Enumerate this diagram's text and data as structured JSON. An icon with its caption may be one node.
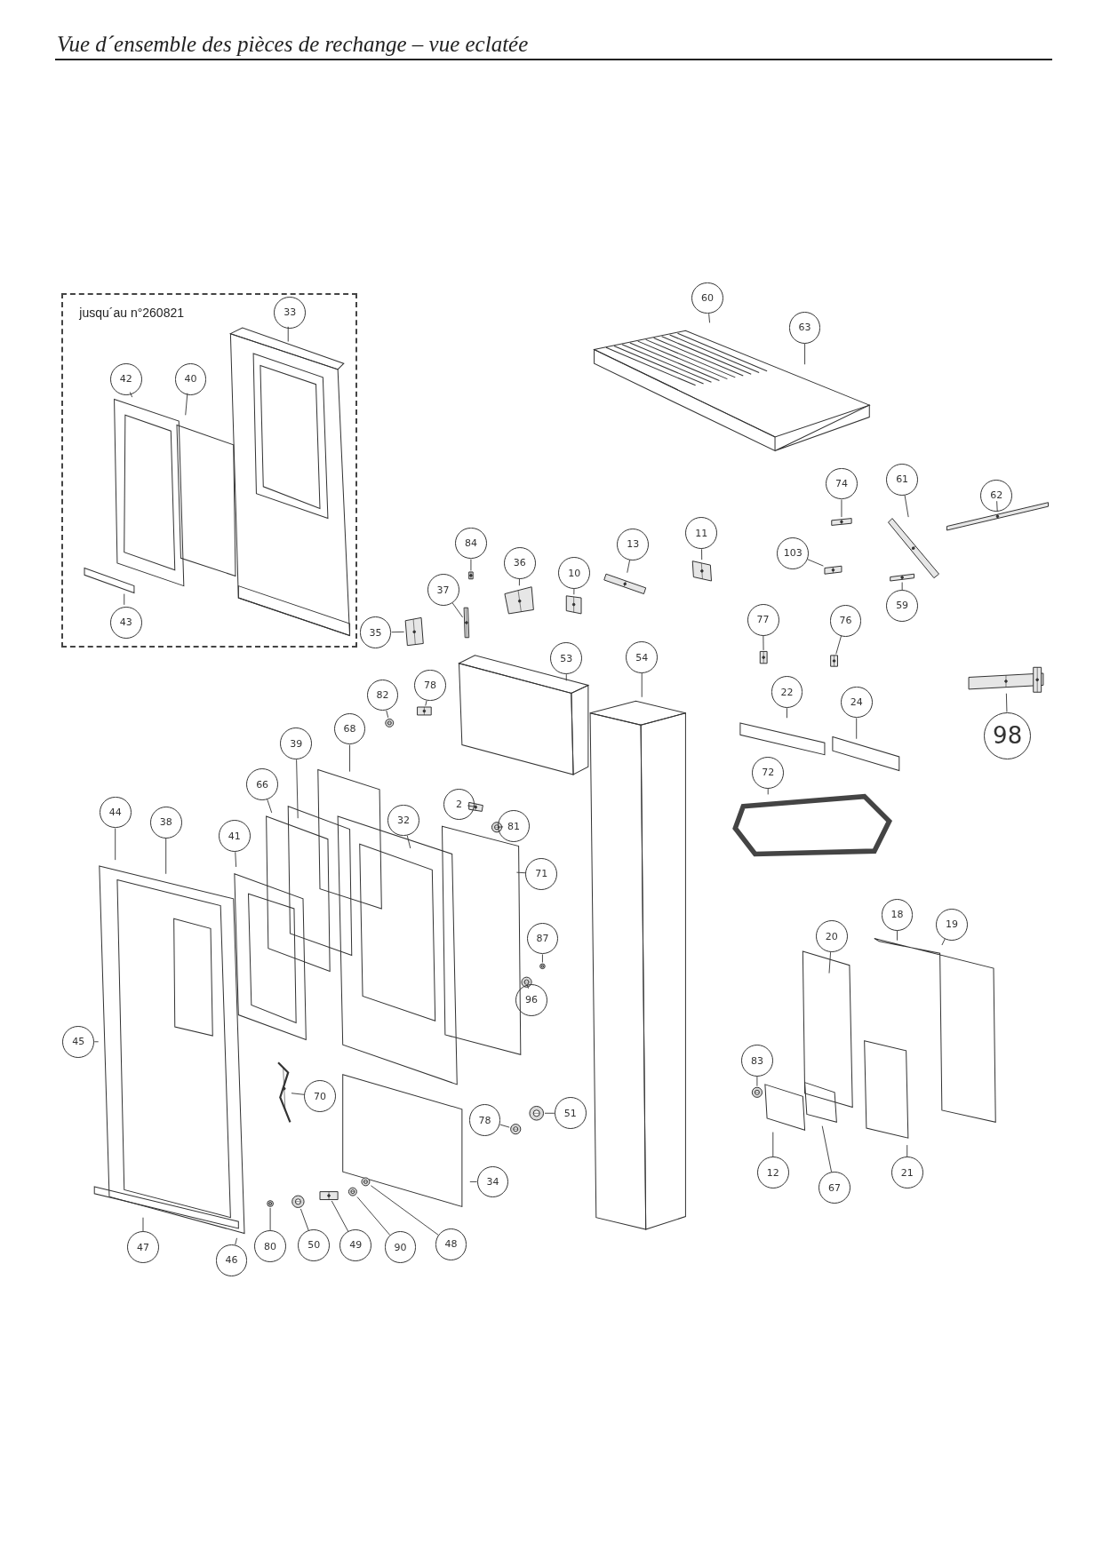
{
  "diagram": {
    "title": "Vue d´ensemble des pièces de rechange – vue eclatée",
    "nodes": [
      {
        "text": [
          "jusqu´au n°260821"
        ]
      },
      {
        "text": [
          "33"
        ],
        "in": 0
      },
      {
        "text": [
          "42"
        ],
        "in": 0
      },
      {
        "text": [
          "40"
        ],
        "in": 0
      },
      {
        "text": [
          "43"
        ],
        "in": 0
      },
      {
        "text": [
          "35"
        ]
      },
      {
        "text": [
          "60"
        ]
      },
      {
        "text": [
          "63"
        ]
      },
      {
        "text": [
          "84"
        ]
      },
      {
        "text": [
          "36"
        ]
      },
      {
        "text": [
          "37"
        ]
      },
      {
        "text": [
          "10"
        ]
      },
      {
        "text": [
          "13"
        ]
      },
      {
        "text": [
          "11"
        ]
      },
      {
        "text": [
          "74"
        ]
      },
      {
        "text": [
          "61"
        ]
      },
      {
        "text": [
          "62"
        ]
      },
      {
        "text": [
          "103"
        ]
      },
      {
        "text": [
          "59"
        ]
      },
      {
        "text": [
          "77"
        ]
      },
      {
        "text": [
          "76"
        ]
      },
      {
        "text": [
          "53"
        ]
      },
      {
        "text": [
          "54"
        ]
      },
      {
        "text": [
          "82"
        ]
      },
      {
        "text": [
          "78"
        ]
      },
      {
        "text": [
          "22"
        ]
      },
      {
        "text": [
          "24"
        ]
      },
      {
        "text": [
          "98"
        ]
      },
      {
        "text": [
          "68"
        ]
      },
      {
        "text": [
          "72"
        ]
      },
      {
        "text": [
          "39"
        ]
      },
      {
        "text": [
          "66"
        ]
      },
      {
        "text": [
          "32"
        ]
      },
      {
        "text": [
          "2"
        ]
      },
      {
        "text": [
          "81"
        ]
      },
      {
        "text": [
          "44"
        ]
      },
      {
        "text": [
          "38"
        ]
      },
      {
        "text": [
          "41"
        ]
      },
      {
        "text": [
          "71"
        ]
      },
      {
        "text": [
          "18"
        ]
      },
      {
        "text": [
          "19"
        ]
      },
      {
        "text": [
          "20"
        ]
      },
      {
        "text": [
          "87"
        ]
      },
      {
        "text": [
          "96"
        ]
      },
      {
        "text": [
          "45"
        ]
      },
      {
        "text": [
          "83"
        ]
      },
      {
        "text": [
          "70"
        ]
      },
      {
        "text": [
          "51"
        ]
      },
      {
        "text": [
          "78"
        ]
      },
      {
        "text": [
          "34"
        ]
      },
      {
        "text": [
          "12"
        ]
      },
      {
        "text": [
          "67"
        ]
      },
      {
        "text": [
          "21"
        ]
      },
      {
        "text": [
          "47"
        ]
      },
      {
        "text": [
          "46"
        ]
      },
      {
        "text": [
          "80"
        ]
      },
      {
        "text": [
          "50"
        ]
      },
      {
        "text": [
          "49"
        ]
      },
      {
        "text": [
          "90"
        ]
      },
      {
        "text": [
          "48"
        ]
      },
      {
        "text": [],
        "shape": "picture"
      },
      {
        "text": [],
        "shape": "picture"
      },
      {
        "text": [],
        "shape": "picture"
      },
      {
        "text": [],
        "shape": "picture"
      },
      {
        "text": [],
        "shape": "picture"
      },
      {
        "text": [],
        "shape": "picture"
      },
      {
        "text": [],
        "shape": "picture"
      },
      {
        "text": [],
        "shape": "picture"
      },
      {
        "text": [],
        "shape": "picture"
      },
      {
        "text": [],
        "shape": "picture"
      },
      {
        "text": [],
        "shape": "picture"
      },
      {
        "text": [],
        "shape": "picture"
      },
      {
        "text": [],
        "shape": "picture"
      },
      {
        "text": [],
        "shape": "picture"
      },
      {
        "text": [],
        "shape": "picture"
      },
      {
        "text": [],
        "shape": "picture"
      },
      {
        "text": [],
        "shape": "picture"
      },
      {
        "text": [],
        "shape": "picture"
      },
      {
        "text": [],
        "shape": "picture"
      },
      {
        "text": [],
        "shape": "picture"
      },
      {
        "text": [],
        "shape": "picture"
      },
      {
        "text": [],
        "shape": "picture"
      },
      {
        "text": [],
        "shape": "picture"
      },
      {
        "text": [],
        "shape": "picture"
      },
      {
        "text": [],
        "shape": "picture"
      },
      {
        "text": [],
        "shape": "picture"
      },
      {
        "text": [],
        "shape": "picture"
      },
      {
        "text": [],
        "shape": "picture"
      },
      {
        "text": [],
        "shape": "picture"
      },
      {
        "text": [],
        "shape": "picture"
      }
    ],
    "edges": [
      {
        "from": 1,
        "to": null,
        "arrow": "none"
      },
      {
        "from": 2,
        "to": null,
        "arrow": "none"
      },
      {
        "from": 3,
        "to": null,
        "arrow": "none"
      },
      {
        "from": 4,
        "to": null,
        "arrow": "none"
      },
      {
        "from": 5,
        "to": 60,
        "arrow": "none"
      },
      {
        "from": 6,
        "to": null,
        "arrow": "none"
      },
      {
        "from": 7,
        "to": null,
        "arrow": "none"
      },
      {
        "from": 8,
        "to": 61,
        "arrow": "none"
      },
      {
        "from": 9,
        "to": 62,
        "arrow": "none"
      },
      {
        "from": 10,
        "to": 63,
        "arrow": "none"
      },
      {
        "from": 11,
        "to": 64,
        "arrow": "none"
      },
      {
        "from": 12,
        "to": 65,
        "arrow": "none"
      },
      {
        "from": 13,
        "to": 66,
        "arrow": "none"
      },
      {
        "from": 14,
        "to": 67,
        "arrow": "none"
      },
      {
        "from": 15,
        "to": 68,
        "arrow": "none"
      },
      {
        "from": 16,
        "to": 69,
        "arrow": "none"
      },
      {
        "from": 17,
        "to": 70,
        "arrow": "none"
      },
      {
        "from": 18,
        "to": 71,
        "arrow": "none"
      },
      {
        "from": 19,
        "to": 72,
        "arrow": "none"
      },
      {
        "from": 20,
        "to": 73,
        "arrow": "none"
      },
      {
        "from": 21,
        "to": null,
        "arrow": "none"
      },
      {
        "from": 22,
        "to": null,
        "arrow": "none"
      },
      {
        "from": 23,
        "to": 74,
        "arrow": "none"
      },
      {
        "from": 24,
        "to": 75,
        "arrow": "none"
      },
      {
        "from": 25,
        "to": null,
        "arrow": "none"
      },
      {
        "from": 26,
        "to": null,
        "arrow": "none"
      },
      {
        "from": 27,
        "to": 76,
        "arrow": "none"
      },
      {
        "from": 28,
        "to": null,
        "arrow": "none"
      },
      {
        "from": 29,
        "to": null,
        "arrow": "none"
      },
      {
        "from": 30,
        "to": null,
        "arrow": "none"
      },
      {
        "from": 31,
        "to": null,
        "arrow": "none"
      },
      {
        "from": 32,
        "to": null,
        "arrow": "none"
      },
      {
        "from": 33,
        "to": 77,
        "arrow": "none"
      },
      {
        "from": 34,
        "to": 78,
        "arrow": "none"
      },
      {
        "from": 35,
        "to": null,
        "arrow": "none"
      },
      {
        "from": 36,
        "to": null,
        "arrow": "none"
      },
      {
        "from": 37,
        "to": null,
        "arrow": "none"
      },
      {
        "from": 38,
        "to": null,
        "arrow": "none"
      },
      {
        "from": 39,
        "to": null,
        "arrow": "none"
      },
      {
        "from": 40,
        "to": null,
        "arrow": "none"
      },
      {
        "from": 41,
        "to": null,
        "arrow": "none"
      },
      {
        "from": 42,
        "to": 79,
        "arrow": "none"
      },
      {
        "from": 43,
        "to": 80,
        "arrow": "none"
      },
      {
        "from": 44,
        "to": null,
        "arrow": "none"
      },
      {
        "from": 45,
        "to": 81,
        "arrow": "none"
      },
      {
        "from": 46,
        "to": 82,
        "arrow": "none"
      },
      {
        "from": 47,
        "to": 83,
        "arrow": "none"
      },
      {
        "from": 48,
        "to": 84,
        "arrow": "none"
      },
      {
        "from": 49,
        "to": null,
        "arrow": "none"
      },
      {
        "from": 50,
        "to": null,
        "arrow": "none"
      },
      {
        "from": 51,
        "to": null,
        "arrow": "none"
      },
      {
        "from": 52,
        "to": null,
        "arrow": "none"
      },
      {
        "from": 53,
        "to": null,
        "arrow": "none"
      },
      {
        "from": 54,
        "to": null,
        "arrow": "none"
      },
      {
        "from": 55,
        "to": 85,
        "arrow": "none"
      },
      {
        "from": 56,
        "to": 86,
        "arrow": "none"
      },
      {
        "from": 57,
        "to": 87,
        "arrow": "none"
      },
      {
        "from": 58,
        "to": 88,
        "arrow": "none"
      },
      {
        "from": 59,
        "to": 89,
        "arrow": "none"
      }
    ]
  }
}
